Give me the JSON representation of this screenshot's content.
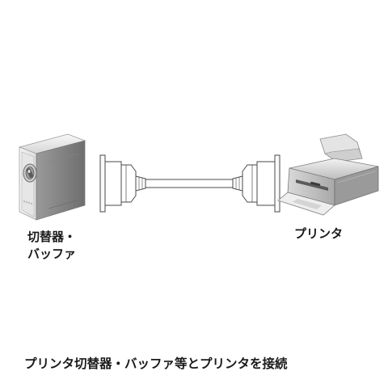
{
  "labels": {
    "switch_line1": "切替器・",
    "switch_line2": "バッファ",
    "printer": "プリンタ"
  },
  "caption": "プリンタ切替器・バッファ等とプリンタを接続",
  "colors": {
    "device_light": "#ececec",
    "device_mid": "#c8c8c8",
    "device_dark": "#8e8e8e",
    "outline": "#4a4a4a",
    "text": "#1a1a1a"
  },
  "icons": {
    "switch": "switch-buffer-box-icon",
    "cable": "centronics-parallel-cable-icon",
    "printer": "inkjet-printer-icon"
  }
}
